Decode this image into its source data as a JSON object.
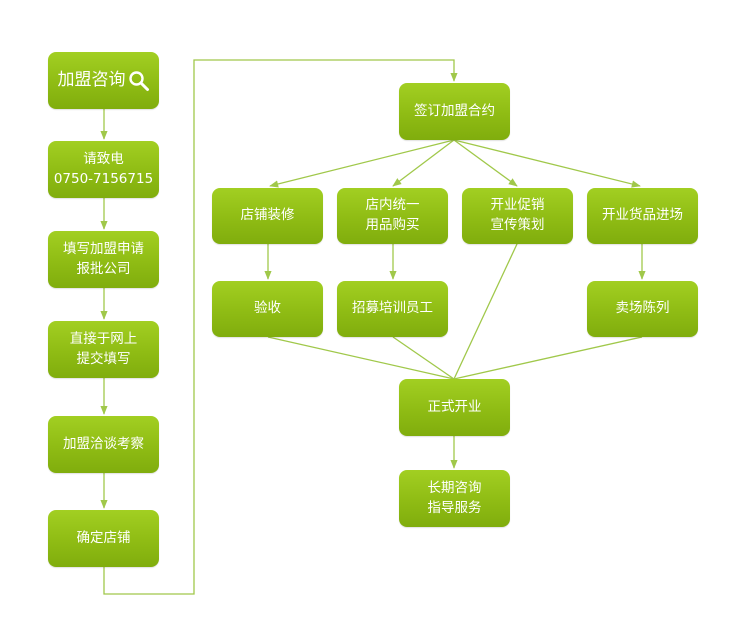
{
  "colors": {
    "node": "#8fbc14",
    "line": "#a0c84a",
    "text": "#ffffff"
  },
  "nodes": {
    "consult": {
      "line1": "加盟咨询",
      "icon": "search-icon"
    },
    "phone": {
      "line1": "请致电",
      "line2": "0750-7156715"
    },
    "apply": {
      "line1": "填写加盟申请",
      "line2": "报批公司"
    },
    "online": {
      "line1": "直接于网上",
      "line2": "提交填写"
    },
    "visit": {
      "line1": "加盟洽谈考察"
    },
    "confirm": {
      "line1": "确定店铺"
    },
    "contract": {
      "line1": "签订加盟合约"
    },
    "decor": {
      "line1": "店铺装修"
    },
    "supplies": {
      "line1": "店内统一",
      "line2": "用品购买"
    },
    "promo": {
      "line1": "开业促销",
      "line2": "宣传策划"
    },
    "stock": {
      "line1": "开业货品进场"
    },
    "inspect": {
      "line1": "验收"
    },
    "hire": {
      "line1": "招募培训员工"
    },
    "display": {
      "line1": "卖场陈列"
    },
    "open": {
      "line1": "正式开业"
    },
    "support": {
      "line1": "长期咨询",
      "line2": "指导服务"
    }
  }
}
